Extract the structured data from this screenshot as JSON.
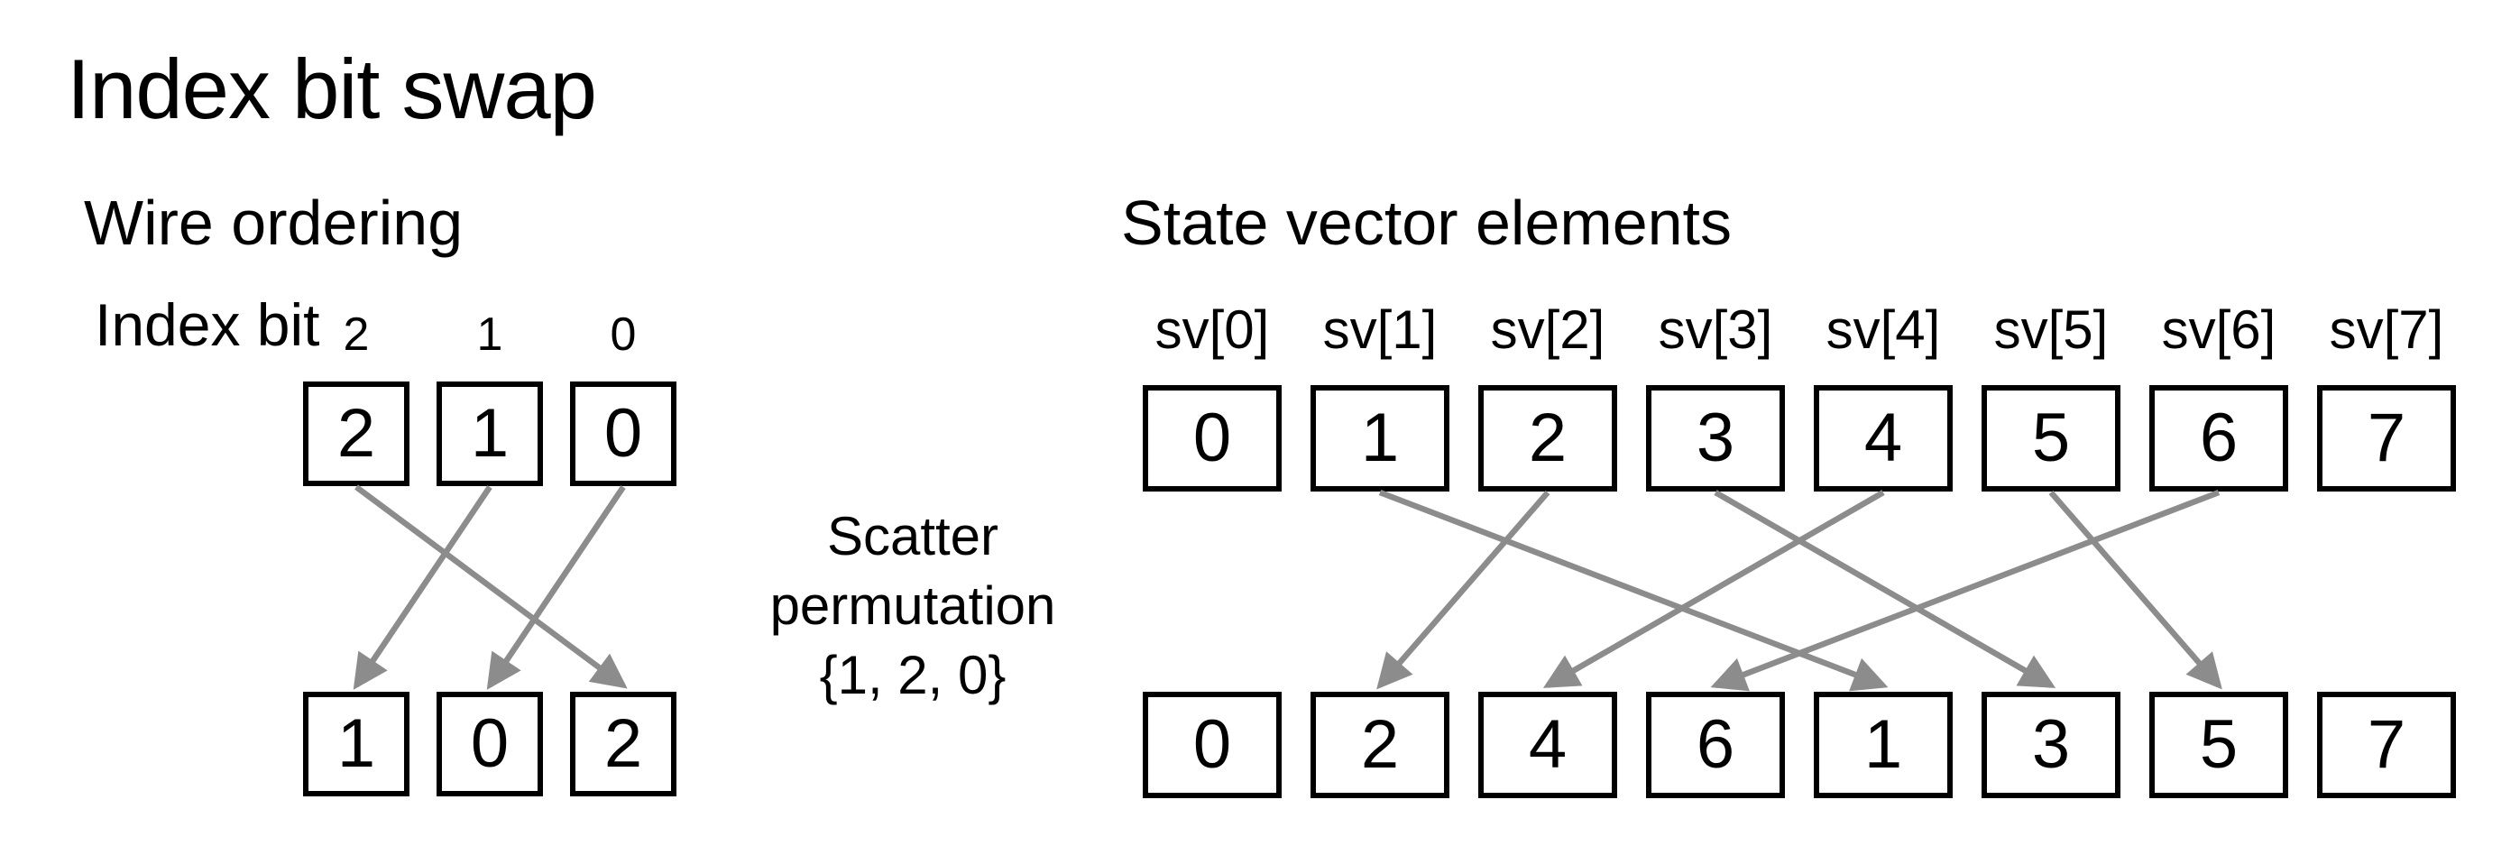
{
  "page": {
    "title": "Index bit swap"
  },
  "colors": {
    "background": "#ffffff",
    "text": "#000000",
    "box_border": "#000000",
    "arrow": "#8c8c8c"
  },
  "wire_section": {
    "title": "Wire ordering",
    "row_label": "Index bit",
    "bit_labels": [
      "2",
      "1",
      "0"
    ],
    "top_values": [
      "2",
      "1",
      "0"
    ],
    "bottom_values": [
      "1",
      "0",
      "2"
    ],
    "arrows": [
      {
        "from_col": 0,
        "to_col": 2
      },
      {
        "from_col": 1,
        "to_col": 0
      },
      {
        "from_col": 2,
        "to_col": 1
      }
    ]
  },
  "scatter_label": {
    "lines": [
      "Scatter",
      "permutation",
      "{1, 2, 0}"
    ]
  },
  "sv_section": {
    "title": "State vector elements",
    "labels": [
      "sv[0]",
      "sv[1]",
      "sv[2]",
      "sv[3]",
      "sv[4]",
      "sv[5]",
      "sv[6]",
      "sv[7]"
    ],
    "top_values": [
      "0",
      "1",
      "2",
      "3",
      "4",
      "5",
      "6",
      "7"
    ],
    "bottom_values": [
      "0",
      "2",
      "4",
      "6",
      "1",
      "3",
      "5",
      "7"
    ],
    "arrows": [
      {
        "from_col": 1,
        "to_col": 4
      },
      {
        "from_col": 2,
        "to_col": 1
      },
      {
        "from_col": 3,
        "to_col": 5
      },
      {
        "from_col": 4,
        "to_col": 2
      },
      {
        "from_col": 5,
        "to_col": 6
      },
      {
        "from_col": 6,
        "to_col": 3
      }
    ]
  }
}
